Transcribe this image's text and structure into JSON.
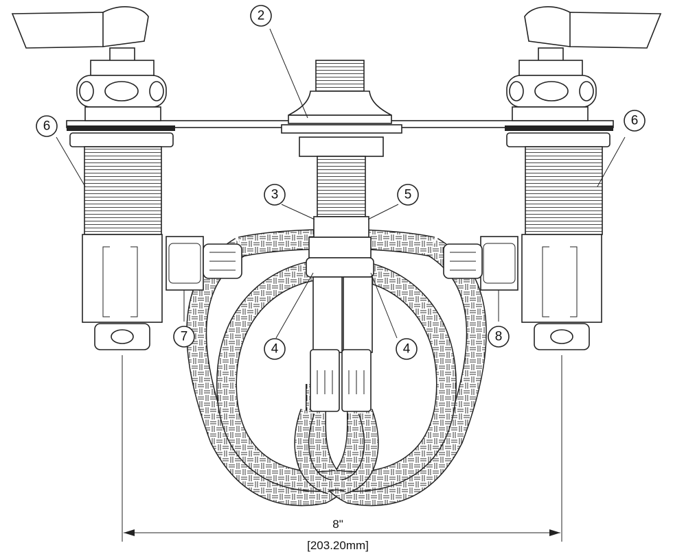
{
  "callouts": [
    {
      "id": "c2",
      "label": "2"
    },
    {
      "id": "c3",
      "label": "3"
    },
    {
      "id": "c5",
      "label": "5"
    },
    {
      "id": "c6l",
      "label": "6"
    },
    {
      "id": "c6r",
      "label": "6"
    },
    {
      "id": "c4l",
      "label": "4"
    },
    {
      "id": "c4r",
      "label": "4"
    },
    {
      "id": "c7",
      "label": "7"
    },
    {
      "id": "c8",
      "label": "8"
    }
  ],
  "dimension": {
    "primary": "8\"",
    "secondary": "[203.20mm]"
  }
}
